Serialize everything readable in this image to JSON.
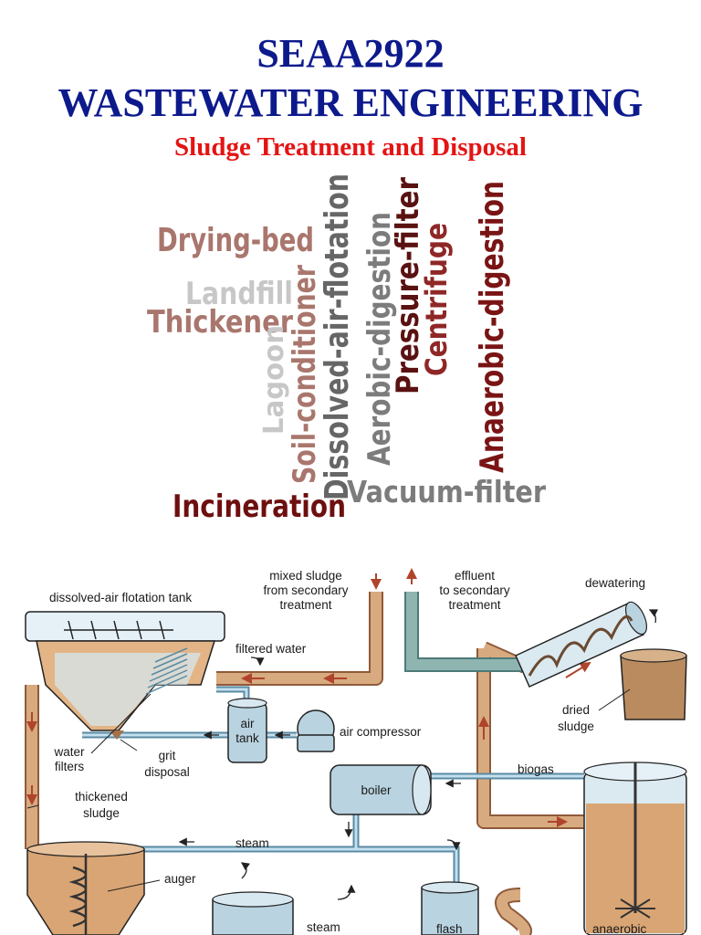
{
  "header": {
    "course_code": "SEAA2922",
    "course_name": "WASTEWATER ENGINEERING",
    "subtitle": "Sludge Treatment and Disposal"
  },
  "word_cloud": {
    "words": [
      {
        "text": "Drying-bed",
        "color": "#a9766d"
      },
      {
        "text": "Landfill",
        "color": "#c7c7c7"
      },
      {
        "text": "Thickener",
        "color": "#a9766d"
      },
      {
        "text": "Lagoon",
        "color": "#c7c7c7"
      },
      {
        "text": "Soil-conditioner",
        "color": "#a9766d"
      },
      {
        "text": "Dissolved-air-flotation",
        "color": "#666666"
      },
      {
        "text": "Aerobic-digestion",
        "color": "#7c7c7c"
      },
      {
        "text": "Pressure-filter",
        "color": "#5a1111"
      },
      {
        "text": "Centrifuge",
        "color": "#8f2727"
      },
      {
        "text": "Anaerobic-digestion",
        "color": "#7a1414"
      },
      {
        "text": "Vacuum-filter",
        "color": "#7c7c7c"
      },
      {
        "text": "Incineration",
        "color": "#6e0f0f"
      }
    ]
  },
  "diagram": {
    "labels": {
      "daf_tank": "dissolved-air flotation tank",
      "mixed_sludge_1": "mixed sludge",
      "mixed_sludge_2": "from secondary",
      "mixed_sludge_3": "treatment",
      "effluent_1": "effluent",
      "effluent_2": "to secondary",
      "effluent_3": "treatment",
      "dewatering": "dewatering",
      "filtered_water": "filtered water",
      "dried_sludge_1": "dried",
      "dried_sludge_2": "sludge",
      "air_tank_1": "air",
      "air_tank_2": "tank",
      "air_compressor": "air compressor",
      "water_filters_1": "water",
      "water_filters_2": "filters",
      "grit_1": "grit",
      "grit_2": "disposal",
      "boiler": "boiler",
      "biogas": "biogas",
      "thickened_1": "thickened",
      "thickened_2": "sludge",
      "steam_1": "steam",
      "steam_2": "steam",
      "auger": "auger",
      "flash": "flash",
      "anaerobic": "anaerobic"
    },
    "colors": {
      "sludge_pipe": "#d8aa80",
      "water_pipe": "#8fb5b0",
      "steam_pipe": "#9dc3d6",
      "flow_arrow": "#b0442a",
      "tank_fill": "#c99a6e",
      "vessel": "#b9d3e0"
    }
  }
}
